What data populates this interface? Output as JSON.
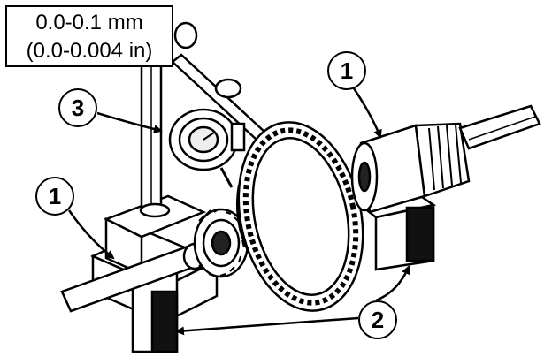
{
  "specification": {
    "metric": "0.0-0.1 mm",
    "imperial": "(0.0-0.004 in)"
  },
  "callouts": {
    "dial_indicator": "3",
    "left_side_bearing": "1",
    "right_side_bearing": "1",
    "support_blocks": "2"
  },
  "colors": {
    "ink": "#000000",
    "paper": "#ffffff"
  }
}
